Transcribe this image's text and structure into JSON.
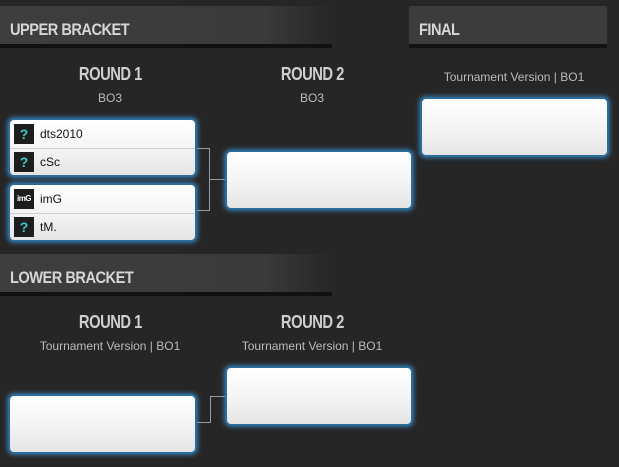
{
  "upper": {
    "header": "UPPER BRACKET",
    "round1": {
      "title": "ROUND 1",
      "format": "BO3",
      "matches": [
        {
          "teams": [
            {
              "name": "dts2010",
              "logo": "?"
            },
            {
              "name": "cSc",
              "logo": "?"
            }
          ]
        },
        {
          "teams": [
            {
              "name": "imG",
              "logo": "imG"
            },
            {
              "name": "tM.",
              "logo": "?"
            }
          ]
        }
      ]
    },
    "round2": {
      "title": "ROUND 2",
      "format": "BO3"
    }
  },
  "final": {
    "header": "FINAL",
    "format": "Tournament Version | BO1"
  },
  "lower": {
    "header": "LOWER BRACKET",
    "round1": {
      "title": "ROUND 1",
      "format": "Tournament Version | BO1"
    },
    "round2": {
      "title": "ROUND 2",
      "format": "Tournament Version | BO1"
    }
  },
  "colors": {
    "background": "#262626",
    "box_glow": "#46a0e6",
    "logo_accent": "#3cc8c8"
  }
}
